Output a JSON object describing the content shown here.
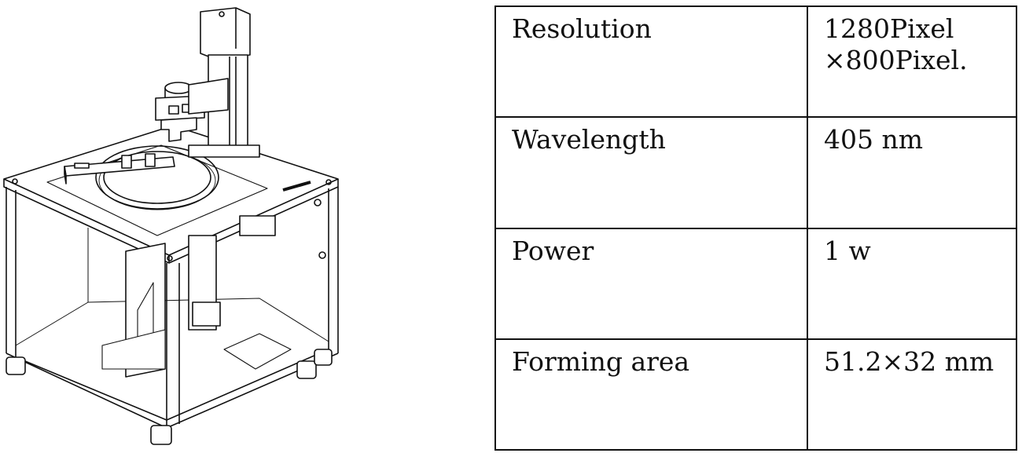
{
  "figure": {
    "icon": "printer-frame-drawing",
    "colors": {
      "line": "#111111",
      "background": "#ffffff"
    }
  },
  "spec_table": {
    "rows": [
      {
        "label": "Resolution",
        "value": "1280Pixel ×800Pixel."
      },
      {
        "label": "Wavelength",
        "value": "405 nm"
      },
      {
        "label": "Power",
        "value": "1 w"
      },
      {
        "label": "Forming area",
        "value": "51.2×32 mm"
      }
    ]
  }
}
